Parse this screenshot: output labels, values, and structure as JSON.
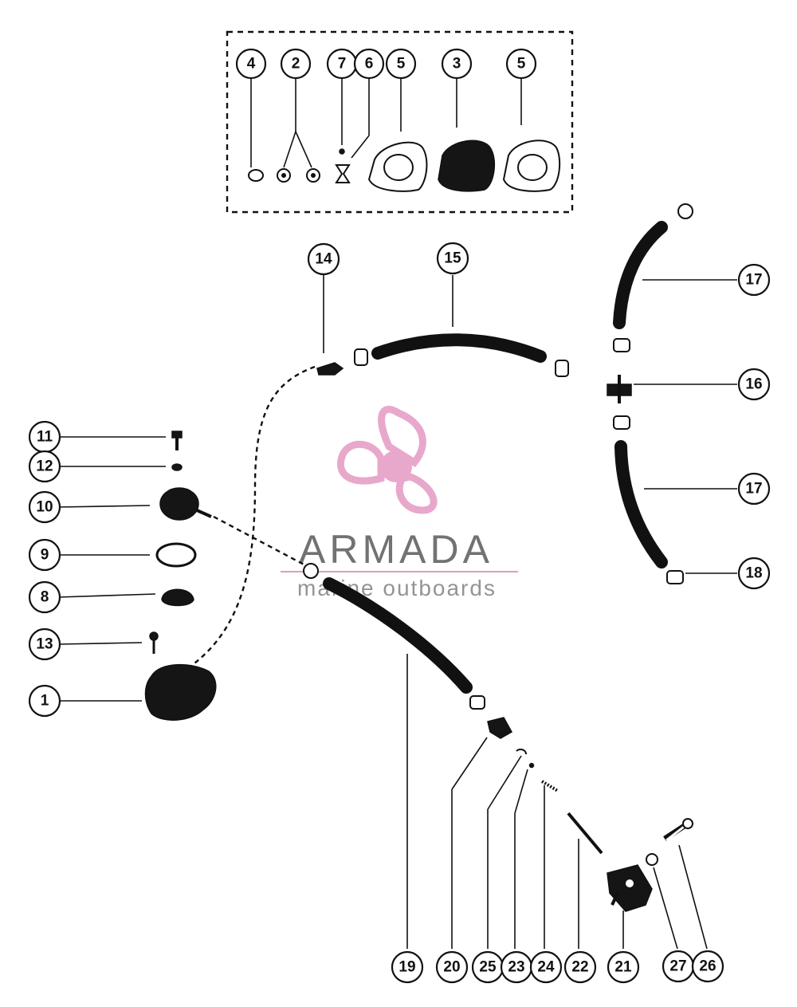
{
  "watermark": {
    "brand": "ARMADA",
    "tagline": "marine outboards",
    "accent_color": "#e8a8cc",
    "line_color": "#d9a0c0"
  },
  "callouts": [
    {
      "id": "c4",
      "label": "4"
    },
    {
      "id": "c2",
      "label": "2"
    },
    {
      "id": "c7",
      "label": "7"
    },
    {
      "id": "c6",
      "label": "6"
    },
    {
      "id": "c5a",
      "label": "5"
    },
    {
      "id": "c3",
      "label": "3"
    },
    {
      "id": "c5b",
      "label": "5"
    },
    {
      "id": "c14",
      "label": "14"
    },
    {
      "id": "c15",
      "label": "15"
    },
    {
      "id": "c17a",
      "label": "17"
    },
    {
      "id": "c16",
      "label": "16"
    },
    {
      "id": "c17b",
      "label": "17"
    },
    {
      "id": "c18",
      "label": "18"
    },
    {
      "id": "c11",
      "label": "11"
    },
    {
      "id": "c12",
      "label": "12"
    },
    {
      "id": "c10",
      "label": "10"
    },
    {
      "id": "c9",
      "label": "9"
    },
    {
      "id": "c8",
      "label": "8"
    },
    {
      "id": "c13",
      "label": "13"
    },
    {
      "id": "c1",
      "label": "1"
    },
    {
      "id": "c19",
      "label": "19"
    },
    {
      "id": "c20",
      "label": "20"
    },
    {
      "id": "c25",
      "label": "25"
    },
    {
      "id": "c23",
      "label": "23"
    },
    {
      "id": "c24",
      "label": "24"
    },
    {
      "id": "c22",
      "label": "22"
    },
    {
      "id": "c21",
      "label": "21"
    },
    {
      "id": "c27",
      "label": "27"
    },
    {
      "id": "c26",
      "label": "26"
    }
  ]
}
